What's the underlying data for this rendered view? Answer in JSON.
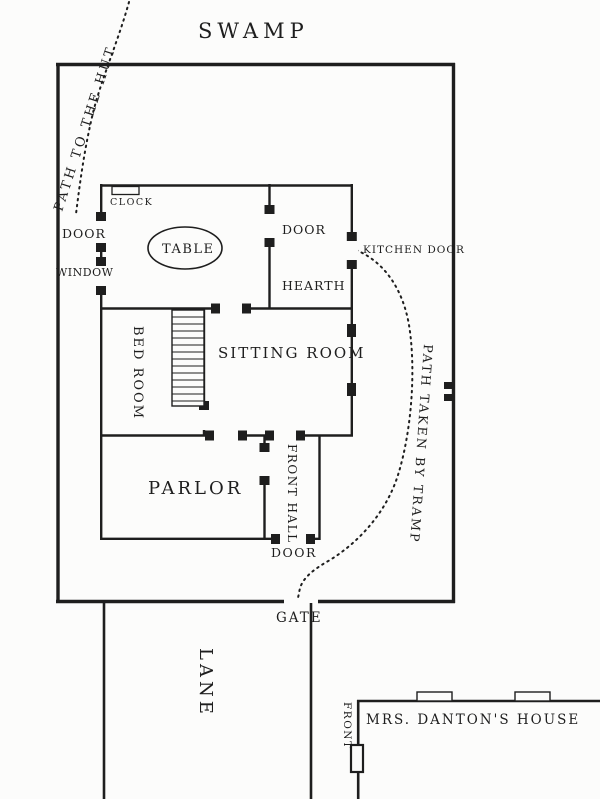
{
  "page": {
    "background": "#fcfcfb",
    "ink": "#1e1e1e"
  },
  "labels": {
    "swamp": "SWAMP",
    "path_to_hut": "PATH TO THE HUT",
    "path_tramp": "PATH TAKEN BY TRAMP",
    "gate": "GATE",
    "lane": "LANE",
    "clock": "CLOCK",
    "table": "TABLE",
    "door_side": "DOOR",
    "window_side": "WINDOW",
    "door_inner": "DOOR",
    "hearth": "HEARTH",
    "kitchen_door": "KITCHEN DOOR",
    "bed_room": "BED ROOM",
    "sitting_room": "SITTING ROOM",
    "parlor": "PARLOR",
    "front_hall": "FRONT HALL",
    "front_door": "DOOR",
    "danton_house": "MRS. DANTON'S HOUSE",
    "danton_front": "FRONT"
  }
}
